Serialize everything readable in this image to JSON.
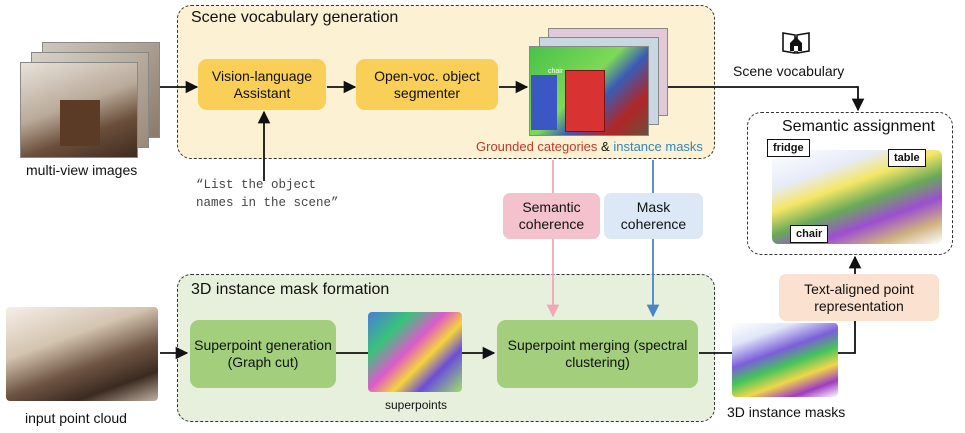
{
  "panels": {
    "scene_vocab_title": "Scene vocabulary generation",
    "mask_formation_title": "3D instance mask formation",
    "semantic_assignment_title": "Semantic assignment"
  },
  "boxes": {
    "vla": "Vision-language Assistant",
    "segmenter": "Open-voc. object segmenter",
    "semantic_coherence": "Semantic coherence",
    "mask_coherence": "Mask coherence",
    "superpoint_generation": "Superpoint generation (Graph cut)",
    "superpoint_merging": "Superpoint merging (spectral clustering)",
    "text_aligned": "Text-aligned point representation"
  },
  "labels": {
    "multi_view_images": "multi-view images",
    "prompt_line1": "“List the object",
    "prompt_line2": "names in the scene”",
    "grounded_categories": "Grounded categories",
    "ampersand": "&",
    "instance_masks": "instance masks",
    "scene_vocabulary": "Scene vocabulary",
    "superpoints": "superpoints",
    "input_point_cloud": "input point cloud",
    "instance_masks_3d": "3D instance masks",
    "chair_small": "chair"
  },
  "tags": {
    "fridge": "fridge",
    "table": "table",
    "chair": "chair"
  },
  "colors": {
    "yellow_panel": "#fdf1d3",
    "green_panel": "#e7f0dc",
    "yellow_box": "#f9cf57",
    "green_box": "#a3cf7c",
    "semantic_arrow": "#f2a7b6",
    "mask_arrow": "#4a86c5",
    "grounded_text": "#c0392b",
    "instance_text": "#2e86c1"
  },
  "icons": {
    "vocabulary": "book-house-icon"
  }
}
